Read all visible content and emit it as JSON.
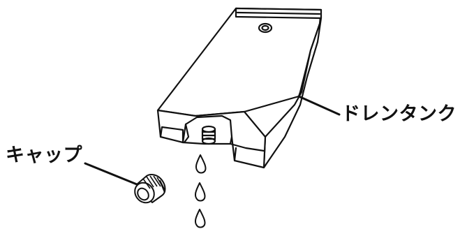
{
  "labels": {
    "tank": "ドレンタンク",
    "cap": "キャップ"
  },
  "colors": {
    "line": "#111111",
    "fill": "#ffffff"
  },
  "icons": {
    "tank": "drain-tank-illustration",
    "cap": "knurled-cap-illustration",
    "drops": "water-drop-icon"
  }
}
